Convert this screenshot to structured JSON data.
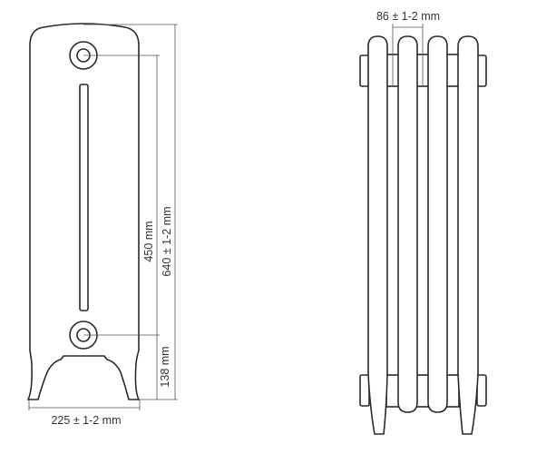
{
  "front_view": {
    "width_label": "225 ± 1-2 mm",
    "axis_distance_label": "450 mm",
    "height_label": "640 ± 1-2 mm",
    "foot_height_label": "138 mm"
  },
  "side_view": {
    "section_pitch_label": "86 ± 1-2 mm",
    "section_count": 4
  },
  "colors": {
    "line": "#2a2a2a",
    "background": "#ffffff"
  }
}
